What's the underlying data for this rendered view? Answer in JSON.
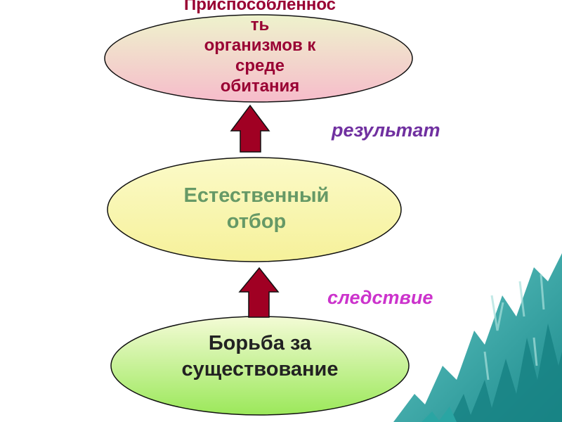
{
  "nodes": {
    "top": {
      "lines": [
        "Приспособленнос",
        "ть",
        "организмов к",
        "среде",
        "обитания"
      ]
    },
    "middle": {
      "lines": [
        "Естественный",
        "отбор"
      ]
    },
    "bottom": {
      "lines": [
        "Борьба за",
        "существование"
      ]
    }
  },
  "labels": {
    "result": "результат",
    "consequence": "следствие"
  },
  "colors": {
    "top_text": "#990033",
    "middle_text": "#669966",
    "bottom_text": "#222222",
    "result_label": "#7030a0",
    "consequence_label": "#cc33cc",
    "arrow": "#a00023",
    "mountains": "#2a9a9a"
  }
}
